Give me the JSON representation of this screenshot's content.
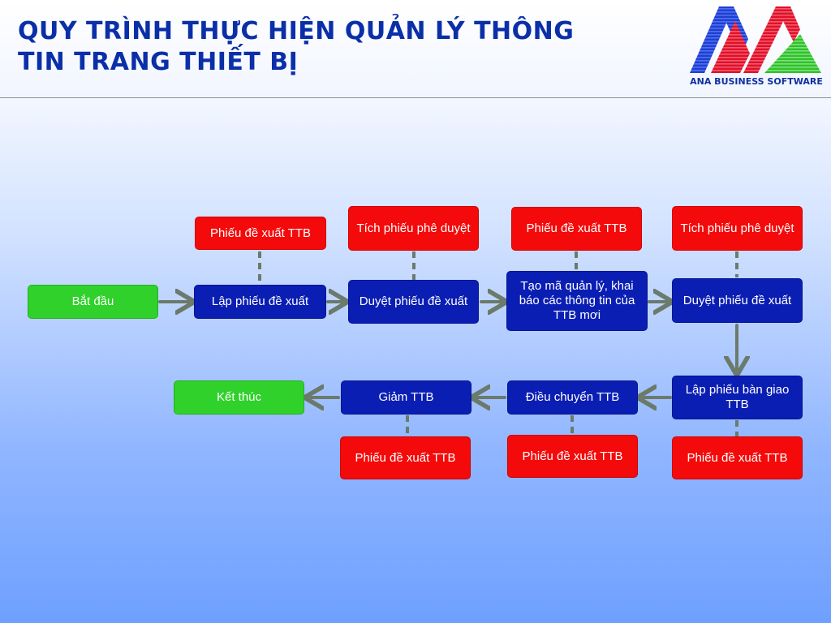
{
  "header": {
    "title_line1": "QUY TRÌNH THỰC HIỆN QUẢN LÝ THÔNG",
    "title_line2": "TIN TRANG THIẾT BỊ",
    "logo_text": "ANA BUSINESS SOFTWARE"
  },
  "colors": {
    "title": "#0a2fa8",
    "start_end": "#2fd12a",
    "process": "#0a1eb4",
    "document": "#f40a0a",
    "arrow": "#6b7a6b"
  },
  "nodes": {
    "start": "Bắt đầu",
    "create_proposal": "Lập phiếu đề xuất",
    "approve_proposal_1": "Duyệt phiếu đề xuất",
    "create_code": "Tạo mã quản lý, khai báo các thông tin của TTB mơi",
    "approve_proposal_2": "Duyệt phiếu đề xuất",
    "create_handover": "Lập phiếu bàn giao TTB",
    "transfer": "Điều chuyển TTB",
    "reduce": "Giảm TTB",
    "end": "Kết thúc"
  },
  "documents": {
    "doc_create_proposal": "Phiếu đề xuất TTB",
    "doc_approve_1": "Tích phiếu phê duyệt",
    "doc_create_code": "Phiếu đề xuất TTB",
    "doc_approve_2": "Tích phiếu phê duyệt",
    "doc_handover": "Phiếu đề xuất TTB",
    "doc_transfer": "Phiếu đề xuất TTB",
    "doc_reduce": "Phiếu đề xuất TTB"
  }
}
